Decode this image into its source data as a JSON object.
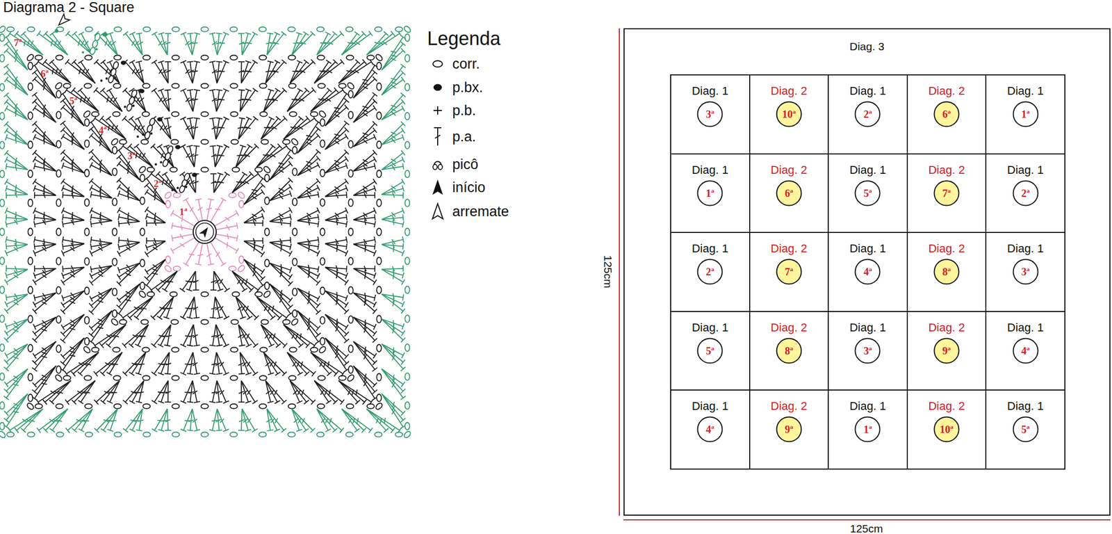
{
  "diagram": {
    "title": "Diagrama 2 - Square",
    "nodes": [
      {
        "text": [
          "Diag. 3"
        ]
      },
      {
        "text": [
          "Diag. 1"
        ],
        "in": 0
      },
      {
        "text": [
          "3ª"
        ],
        "in": 1
      },
      {
        "text": [
          "Diag. 2"
        ],
        "in": 0
      },
      {
        "text": [
          "10ª"
        ],
        "in": 3
      },
      {
        "text": [
          "Diag. 1"
        ],
        "in": 0
      },
      {
        "text": [
          "2ª"
        ],
        "in": 5
      },
      {
        "text": [
          "Diag. 2"
        ],
        "in": 0
      },
      {
        "text": [
          "6ª"
        ],
        "in": 7
      },
      {
        "text": [
          "Diag. 1"
        ],
        "in": 0
      },
      {
        "text": [
          "1ª"
        ],
        "in": 9
      },
      {
        "text": [
          "Diag. 1"
        ],
        "in": 0
      },
      {
        "text": [
          "1ª"
        ],
        "in": 11
      },
      {
        "text": [
          "Diag. 2"
        ],
        "in": 0
      },
      {
        "text": [
          "6ª"
        ],
        "in": 13
      },
      {
        "text": [
          "Diag. 1"
        ],
        "in": 0
      },
      {
        "text": [
          "5ª"
        ],
        "in": 15
      },
      {
        "text": [
          "Diag. 2"
        ],
        "in": 0
      },
      {
        "text": [
          "7ª"
        ],
        "in": 17
      },
      {
        "text": [
          "Diag. 1"
        ],
        "in": 0
      },
      {
        "text": [
          "2ª"
        ],
        "in": 19
      },
      {
        "text": [
          "Diag. 1"
        ],
        "in": 0
      },
      {
        "text": [
          "2ª"
        ],
        "in": 21
      },
      {
        "text": [
          "Diag. 2"
        ],
        "in": 0
      },
      {
        "text": [
          "7ª"
        ],
        "in": 23
      },
      {
        "text": [
          "Diag. 1"
        ],
        "in": 0
      },
      {
        "text": [
          "4ª"
        ],
        "in": 25
      },
      {
        "text": [
          "Diag. 2"
        ],
        "in": 0
      },
      {
        "text": [
          "8ª"
        ],
        "in": 27
      },
      {
        "text": [
          "Diag. 1"
        ],
        "in": 0
      },
      {
        "text": [
          "3ª"
        ],
        "in": 29
      },
      {
        "text": [
          "Diag. 1"
        ],
        "in": 0
      },
      {
        "text": [
          "5ª"
        ],
        "in": 31
      },
      {
        "text": [
          "Diag. 2"
        ],
        "in": 0
      },
      {
        "text": [
          "8ª"
        ],
        "in": 33
      },
      {
        "text": [
          "Diag. 1"
        ],
        "in": 0
      },
      {
        "text": [
          "3ª"
        ],
        "in": 35
      },
      {
        "text": [
          "Diag. 2"
        ],
        "in": 0
      },
      {
        "text": [
          "9ª"
        ],
        "in": 37
      },
      {
        "text": [
          "Diag. 1"
        ],
        "in": 0
      },
      {
        "text": [
          "4ª"
        ],
        "in": 39
      },
      {
        "text": [
          "Diag. 1"
        ],
        "in": 0
      },
      {
        "text": [
          "4ª"
        ],
        "in": 41
      },
      {
        "text": [
          "Diag. 2"
        ],
        "in": 0
      },
      {
        "text": [
          "9ª"
        ],
        "in": 43
      },
      {
        "text": [
          "Diag. 1"
        ],
        "in": 0
      },
      {
        "text": [
          "1ª"
        ],
        "in": 45
      },
      {
        "text": [
          "Diag. 2"
        ],
        "in": 0
      },
      {
        "text": [
          "10ª"
        ],
        "in": 47
      },
      {
        "text": [
          "Diag. 1"
        ],
        "in": 0
      },
      {
        "text": [
          "5ª"
        ],
        "in": 49
      }
    ],
    "labels": [
      "1ª",
      "2ª",
      "3ª",
      "4ª",
      "5ª",
      "6ª",
      "7ª",
      "Legenda",
      "125cm",
      "125cm"
    ],
    "legend": [
      {
        "text": "corr."
      },
      {
        "text": "p.bx."
      },
      {
        "text": "p.b."
      },
      {
        "text": "p.a."
      },
      {
        "text": "picô"
      },
      {
        "text": "início"
      },
      {
        "text": "arremate"
      }
    ]
  }
}
